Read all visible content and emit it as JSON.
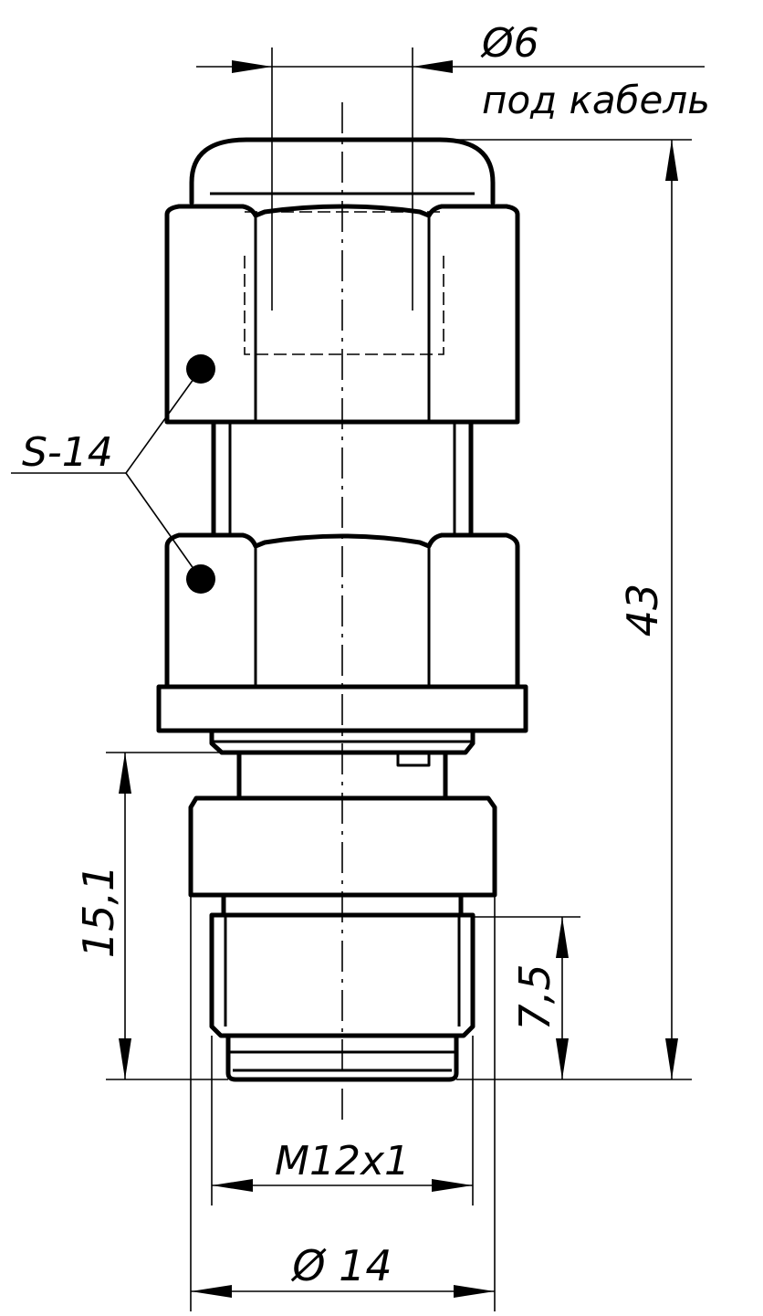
{
  "labels": {
    "cable_diameter": "Ø6",
    "cable_note": "под кабель",
    "wrench_size": "S-14",
    "overall_length": "43",
    "thread_length": "15,1",
    "engagement_length": "7,5",
    "thread": "M12x1",
    "body_diameter": "Ø 14"
  }
}
